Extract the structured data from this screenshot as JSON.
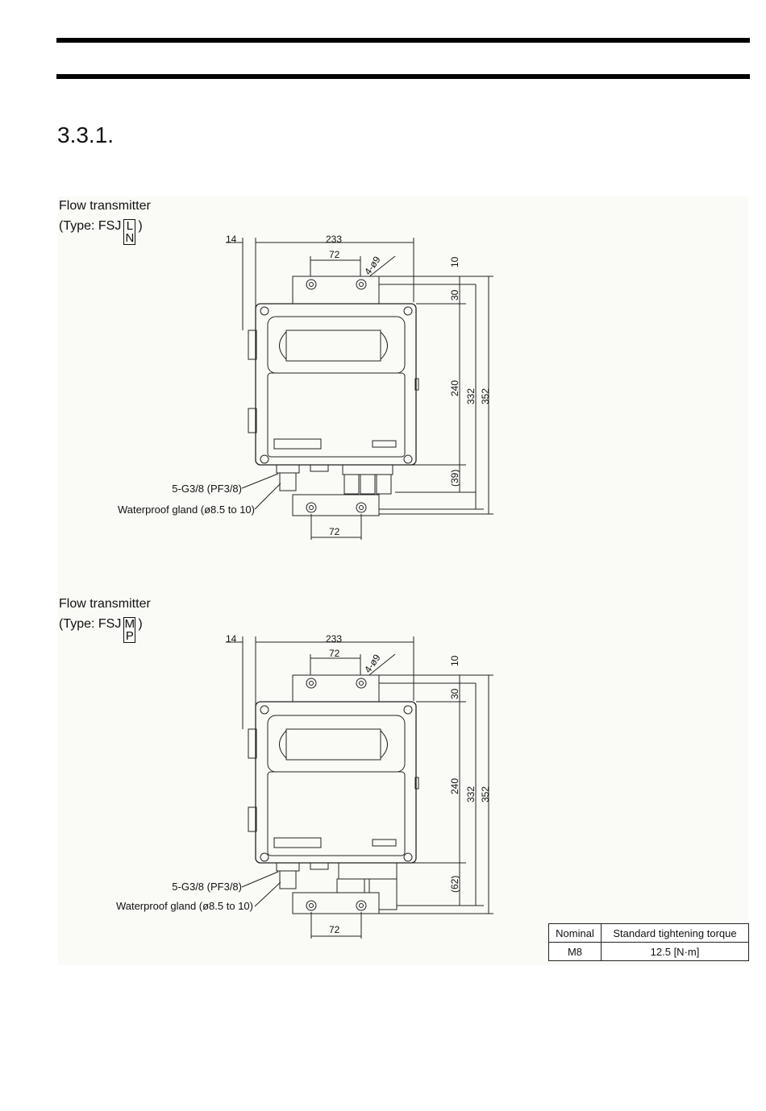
{
  "header": {
    "section": "3.3.1."
  },
  "figure1": {
    "title": "Flow transmitter",
    "type_prefix": "(Type: FSJ",
    "type_options": [
      "L",
      "N"
    ],
    "type_suffix": ")",
    "dims": {
      "d14": "14",
      "d233": "233",
      "d72top": "72",
      "holes": "4-ø9",
      "d10": "10",
      "d30": "30",
      "d240": "240",
      "d332": "332",
      "d352": "352",
      "dbottom": "(39)",
      "d72bottom": "72"
    },
    "callout_gland_thread": "5-G3/8 (PF3/8)",
    "callout_gland": "Waterproof gland (ø8.5 to 10)"
  },
  "figure2": {
    "title": "Flow transmitter",
    "type_prefix": "(Type: FSJ",
    "type_options": [
      "M",
      "P"
    ],
    "type_suffix": ")",
    "dims": {
      "d14": "14",
      "d233": "233",
      "d72top": "72",
      "holes": "4-ø9",
      "d10": "10",
      "d30": "30",
      "d240": "240",
      "d332": "332",
      "d352": "352",
      "dbottom": "(62)",
      "d72bottom": "72"
    },
    "callout_gland_thread": "5-G3/8 (PF3/8)",
    "callout_gland": "Waterproof gland (ø8.5 to 10)"
  },
  "torque_table": {
    "headers": [
      "Nominal",
      "Standard tightening torque"
    ],
    "rows": [
      [
        "M8",
        "12.5 [N·m]"
      ]
    ]
  }
}
